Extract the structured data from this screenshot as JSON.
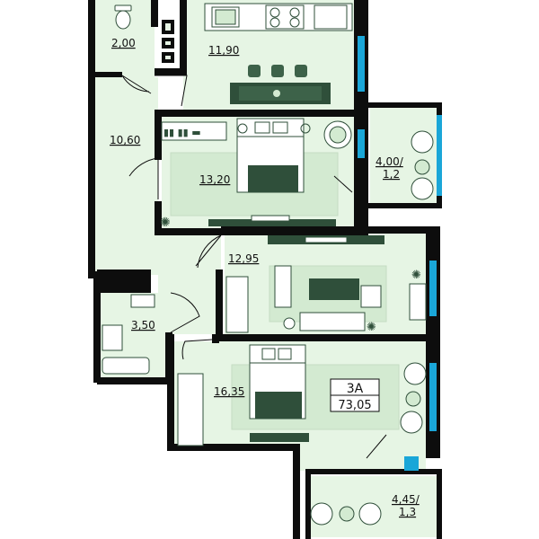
{
  "plan": {
    "colors": {
      "floor": "#e6f5e4",
      "wall": "#0d0d0d",
      "window": "#1aa6d8",
      "furniture": "#2f4f3a",
      "rug": "#d3ead1"
    },
    "rooms": [
      {
        "id": "wc",
        "area": "2,00"
      },
      {
        "id": "kitchen",
        "area": "11,90"
      },
      {
        "id": "hall",
        "area": "10,60"
      },
      {
        "id": "bedroom1",
        "area": "13,20"
      },
      {
        "id": "balcony1",
        "area_line1": "4,00/",
        "area_line2": "1,2"
      },
      {
        "id": "living",
        "area": "12,95"
      },
      {
        "id": "bathroom",
        "area": "3,50"
      },
      {
        "id": "bedroom2",
        "area": "16,35"
      },
      {
        "id": "balcony2",
        "area_line1": "4,45/",
        "area_line2": "1,3"
      }
    ],
    "apartment": {
      "type": "3А",
      "total_area": "73,05"
    }
  }
}
